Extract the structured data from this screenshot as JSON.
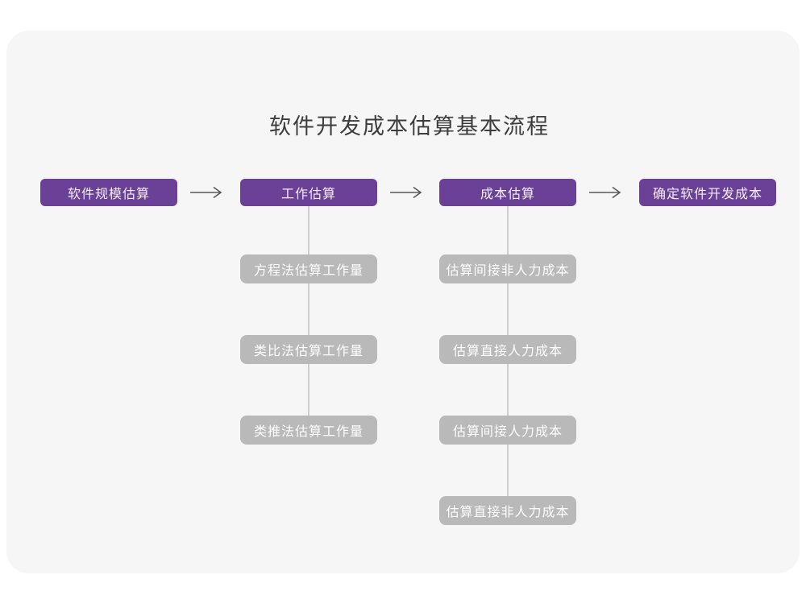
{
  "title": "软件开发成本估算基本流程",
  "colors": {
    "page_bg": "#ffffff",
    "card_bg": "#f6f6f7",
    "accent": "#6a4197",
    "accent_text": "#f3eef8",
    "sub_box_bg": "#b9b9b9",
    "sub_box_text": "#fdfdfd",
    "connector": "#cfcfcf",
    "arrow": "#595959",
    "title_text": "#3d3d3d"
  },
  "flow": {
    "main_steps": [
      {
        "label": "软件规模估算"
      },
      {
        "label": "工作估算"
      },
      {
        "label": "成本估算"
      },
      {
        "label": "确定软件开发成本"
      }
    ],
    "work_estimation_substeps": [
      {
        "label": "方程法估算工作量"
      },
      {
        "label": "类比法估算工作量"
      },
      {
        "label": "类推法估算工作量"
      }
    ],
    "cost_estimation_substeps": [
      {
        "label": "估算间接非人力成本"
      },
      {
        "label": "估算直接人力成本"
      },
      {
        "label": "估算间接人力成本"
      },
      {
        "label": "估算直接非人力成本"
      }
    ]
  }
}
